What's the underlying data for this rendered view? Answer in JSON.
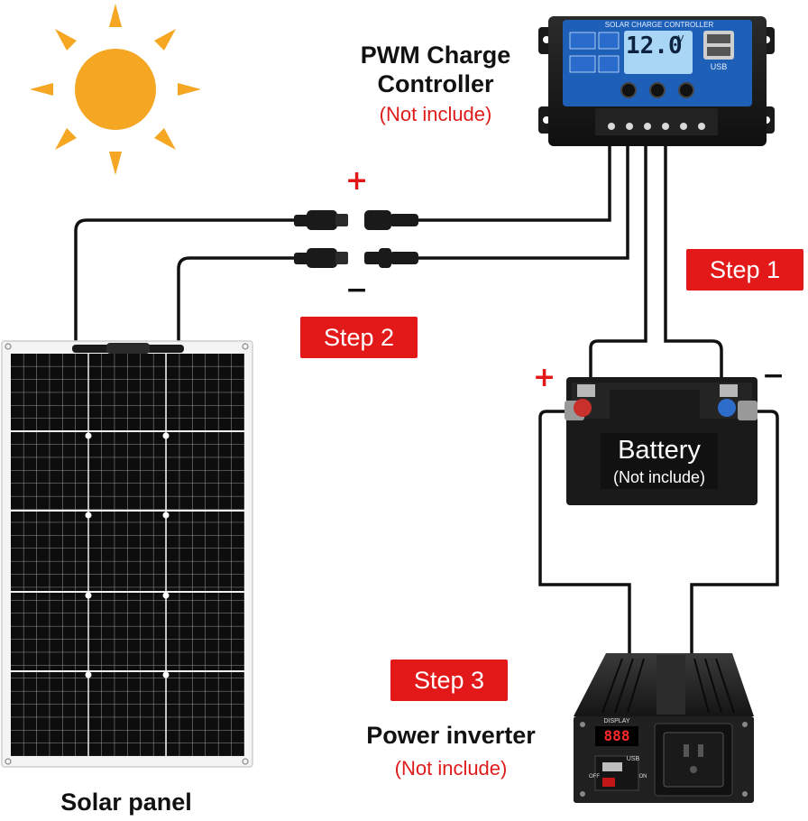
{
  "controller": {
    "title_line1": "PWM Charge",
    "title_line2": "Controller",
    "note": "(Not include)",
    "device_header": "SOLAR CHARGE CONTROLLER",
    "display_value": "12.0",
    "display_unit": "V",
    "usb_label": "USB"
  },
  "steps": {
    "step1": "Step 1",
    "step2": "Step 2",
    "step3": "Step 3"
  },
  "signs": {
    "plus": "+",
    "minus": "−"
  },
  "battery": {
    "title": "Battery",
    "note": "(Not include)"
  },
  "inverter": {
    "title": "Power inverter",
    "note": "(Not include)",
    "display_label": "DISPLAY",
    "display_value": "888",
    "usb_label": "USB",
    "off_label": "OFF",
    "on_label": "ON"
  },
  "solar_panel": {
    "title": "Solar panel"
  },
  "colors": {
    "step_red": "#e31818",
    "note_red": "#e01b1b",
    "sun": "#f5a623",
    "controller_blue": "#1e5fb8",
    "lcd": "#a9d6f5"
  }
}
